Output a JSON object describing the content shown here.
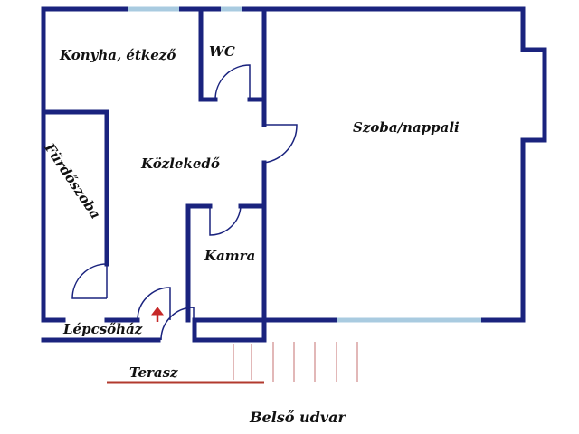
{
  "colors": {
    "wall": "#1a237e",
    "window": "#a9cbe0",
    "door_line": "#1a237e",
    "terrace": "#b23a2e",
    "terrace_hatch": "#d9a0a0",
    "entry_arrow": "#c62828",
    "text": "#111111"
  },
  "rooms": {
    "kitchen": "Konyha, étkező",
    "wc": "WC",
    "living": "Szoba/nappali",
    "hallway": "Közlekedő",
    "bathroom": "Fürdőszoba",
    "pantry": "Kamra",
    "stairwell": "Lépcsőház",
    "terrace": "Terasz",
    "courtyard": "Belső udvar"
  },
  "icons": {
    "entry": "entry-arrow-icon"
  }
}
